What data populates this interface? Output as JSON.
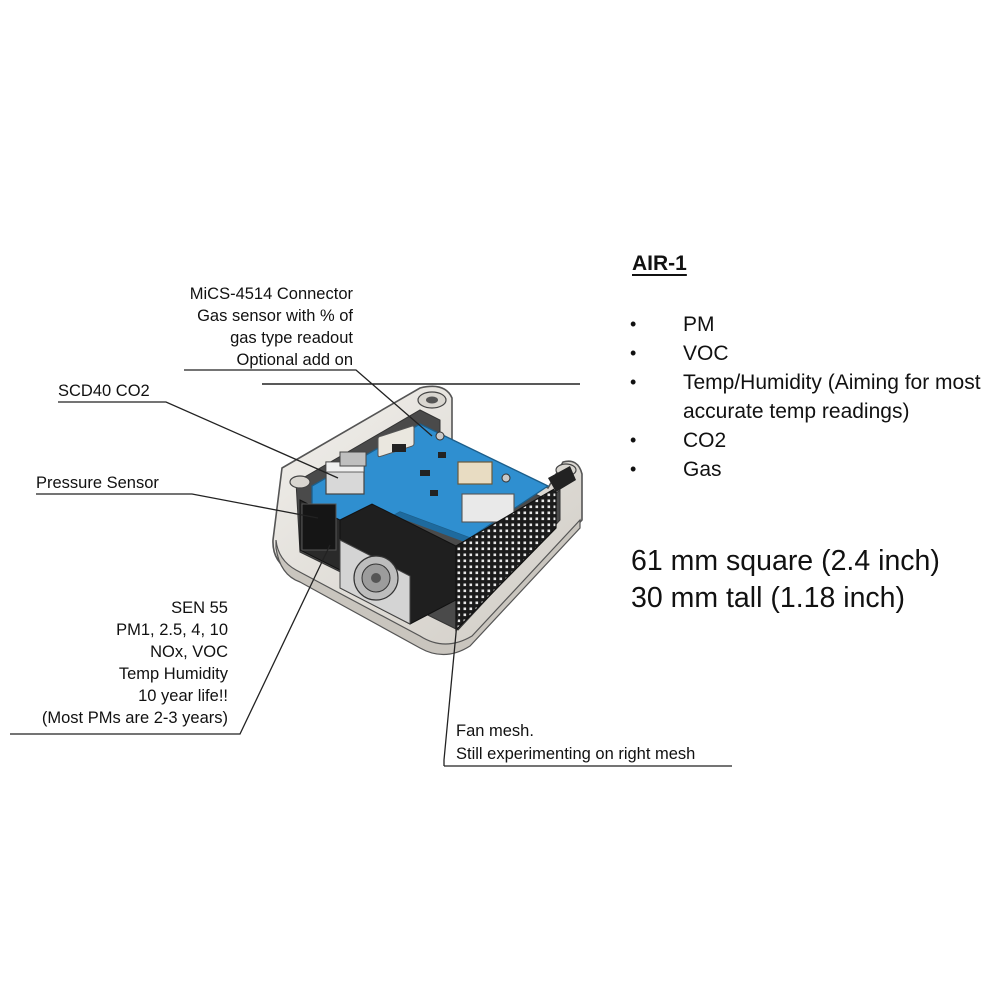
{
  "callouts": {
    "mics": [
      "MiCS-4514 Connector",
      "Gas sensor with % of",
      "gas type readout",
      "Optional add on"
    ],
    "scd40": "SCD40 CO2",
    "pressure": "Pressure Sensor",
    "sen55": [
      "SEN 55",
      "PM1, 2.5, 4, 10",
      "NOx, VOC",
      "Temp Humidity",
      "10 year life!!",
      "(Most PMs are 2-3 years)"
    ],
    "fan_mesh": [
      "Fan mesh.",
      "Still experimenting on right mesh"
    ]
  },
  "spec": {
    "title": "AIR-1",
    "bullet_glyph": "•",
    "features": [
      "PM",
      "VOC",
      "Temp/Humidity (Aiming for most accurate temp readings)",
      "CO2",
      "Gas"
    ],
    "dimensions": [
      "61 mm square (2.4 inch)",
      "30 mm tall (1.18 inch)"
    ]
  },
  "colors": {
    "pcb": "#2f8fd0",
    "enclosure": "#e4e1dc",
    "mesh": "#1a1a1a",
    "leader_line": "#222222"
  }
}
